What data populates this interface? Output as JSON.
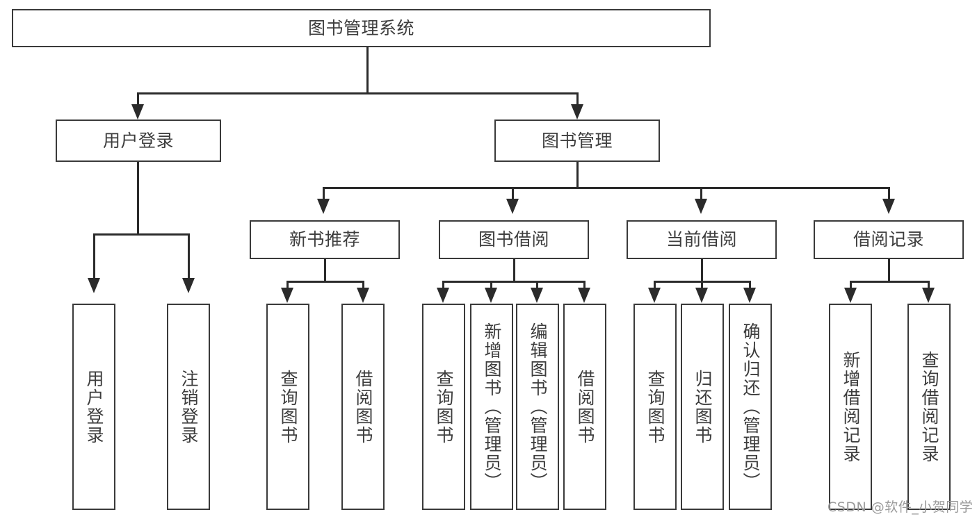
{
  "diagram": {
    "title": "图书管理系统",
    "type": "tree-hierarchy-diagram",
    "root": {
      "label": "图书管理系统"
    },
    "level2": [
      {
        "label": "用户登录"
      },
      {
        "label": "图书管理"
      }
    ],
    "level3": [
      {
        "label": "新书推荐"
      },
      {
        "label": "图书借阅"
      },
      {
        "label": "当前借阅"
      },
      {
        "label": "借阅记录"
      }
    ],
    "leaves": [
      {
        "label": "用户登录"
      },
      {
        "label": "注销登录"
      },
      {
        "label": "查询图书"
      },
      {
        "label": "借阅图书"
      },
      {
        "label": "查询图书"
      },
      {
        "label": "新增图书（管理员）"
      },
      {
        "label": "编辑图书（管理员）"
      },
      {
        "label": "借阅图书"
      },
      {
        "label": "查询图书"
      },
      {
        "label": "归还图书"
      },
      {
        "label": "确认归还（管理员）"
      },
      {
        "label": "新增借阅记录"
      },
      {
        "label": "查询借阅记录"
      }
    ]
  },
  "watermark": {
    "text": "CSDN @软件_小贺同学"
  },
  "colors": {
    "stroke": "#3a3a3a",
    "line": "#2b2b2b",
    "text": "#3d3d3d",
    "background": "#ffffff",
    "watermark": "#9a9a9a"
  }
}
